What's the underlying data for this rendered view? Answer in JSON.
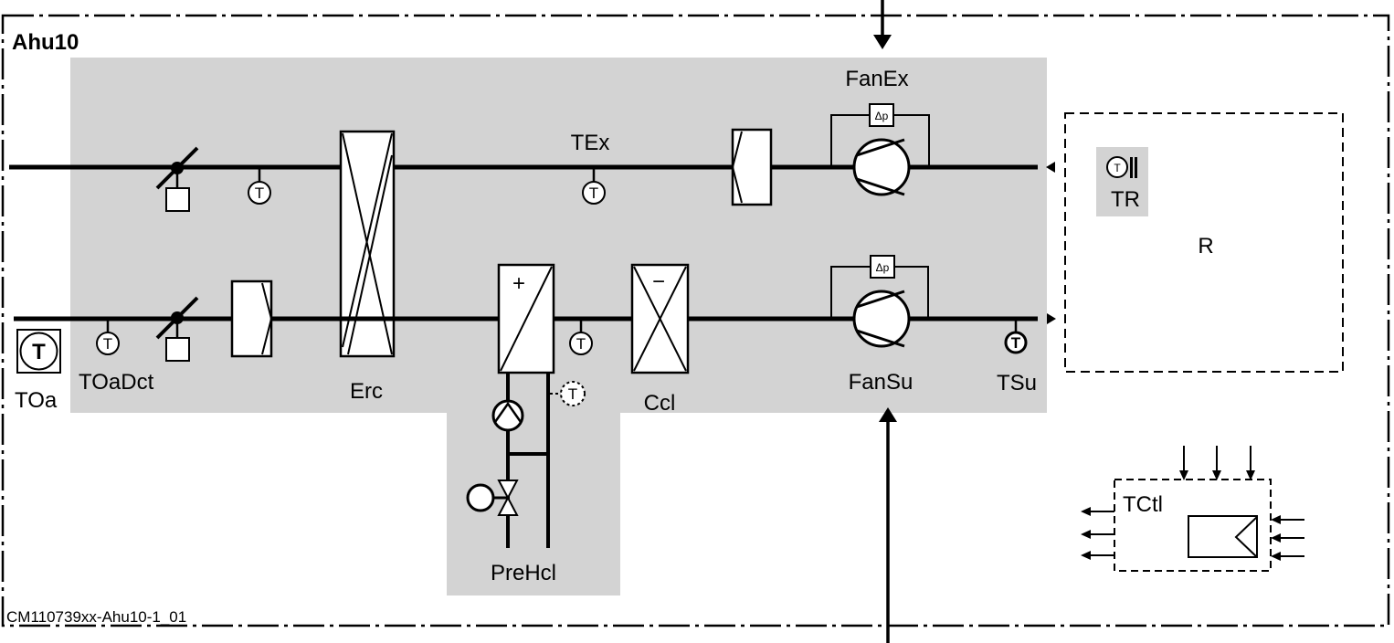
{
  "diagram": {
    "title": "Ahu10",
    "footer_id": "CM110739xx-Ahu10-1_01",
    "colors": {
      "plant_area": "#d3d3d3",
      "line": "#000000",
      "background": "#ffffff"
    },
    "components": {
      "fan_exhaust": {
        "label": "FanEx",
        "dp_label": "Δp"
      },
      "fan_supply": {
        "label": "FanSu",
        "dp_label": "Δp"
      },
      "energy_recovery": {
        "label": "Erc"
      },
      "preheater": {
        "label": "PreHcl",
        "sign": "+"
      },
      "cooler": {
        "label": "Ccl",
        "sign": "−"
      },
      "temp_exhaust": {
        "label": "TEx",
        "symbol": "T"
      },
      "temp_outdoor_duct": {
        "label": "TOaDct",
        "symbol": "T"
      },
      "temp_outdoor": {
        "label": "TOa",
        "symbol": "T"
      },
      "temp_supply": {
        "label": "TSu",
        "symbol": "T"
      },
      "temp_after_preheater": {
        "symbol": "T"
      },
      "temp_return_water": {
        "symbol": "T"
      },
      "room": {
        "label": "R"
      },
      "temp_room": {
        "label": "TR",
        "symbol": "T"
      },
      "temp_controller": {
        "label": "TCtl"
      }
    }
  }
}
